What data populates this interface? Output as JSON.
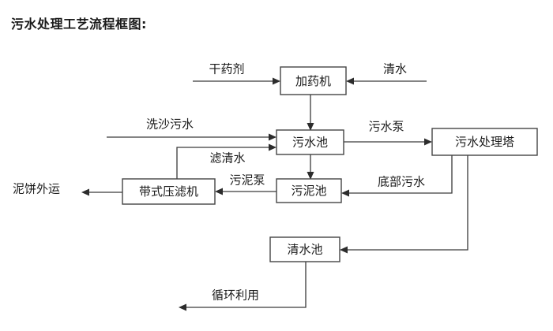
{
  "title": "污水处理工艺流程框图:",
  "diagram": {
    "type": "process-flow-diagram",
    "nodes": [
      {
        "id": "dosing-machine",
        "label": "加药机"
      },
      {
        "id": "wastewater-pool",
        "label": "污水池"
      },
      {
        "id": "wastewater-treatment-tower",
        "label": "污水处理塔"
      },
      {
        "id": "belt-filter-press",
        "label": "带式压滤机"
      },
      {
        "id": "sludge-pool",
        "label": "污泥池"
      },
      {
        "id": "clear-water-pool",
        "label": "清水池"
      }
    ],
    "terminals": [
      {
        "id": "dry-chemical-input",
        "label": "干药剂"
      },
      {
        "id": "clean-water-input",
        "label": "清水"
      },
      {
        "id": "sand-washing-wastewater-input",
        "label": "洗沙污水"
      },
      {
        "id": "mud-cake-output",
        "label": "泥饼外运"
      },
      {
        "id": "recycle-output",
        "label": "循环利用"
      }
    ],
    "edges": [
      {
        "id": "edge-dry-chemical",
        "label": "干药剂",
        "from": "dry-chemical-input",
        "to": "dosing-machine"
      },
      {
        "id": "edge-clean-water",
        "label": "清水",
        "from": "clean-water-input",
        "to": "dosing-machine"
      },
      {
        "id": "edge-dosing-to-pool",
        "label": "",
        "from": "dosing-machine",
        "to": "wastewater-pool"
      },
      {
        "id": "edge-sand-washing",
        "label": "洗沙污水",
        "from": "sand-washing-wastewater-input",
        "to": "wastewater-pool"
      },
      {
        "id": "edge-filtered-water",
        "label": "滤清水",
        "from": "belt-filter-press",
        "to": "wastewater-pool"
      },
      {
        "id": "edge-wastewater-pump",
        "label": "污水泵",
        "from": "wastewater-pool",
        "to": "wastewater-treatment-tower"
      },
      {
        "id": "edge-pool-to-sludge",
        "label": "",
        "from": "wastewater-pool",
        "to": "sludge-pool"
      },
      {
        "id": "edge-sludge-pump",
        "label": "污泥泵",
        "from": "sludge-pool",
        "to": "belt-filter-press"
      },
      {
        "id": "edge-bottom-wastewater",
        "label": "底部污水",
        "from": "wastewater-treatment-tower",
        "to": "sludge-pool"
      },
      {
        "id": "edge-tower-to-clear-water",
        "label": "",
        "from": "wastewater-treatment-tower",
        "to": "clear-water-pool"
      },
      {
        "id": "edge-mud-cake",
        "label": "泥饼外运",
        "from": "belt-filter-press",
        "to": "mud-cake-output"
      },
      {
        "id": "edge-recycle",
        "label": "循环利用",
        "from": "clear-water-pool",
        "to": "recycle-output"
      }
    ]
  },
  "colors": {
    "background": "#ffffff",
    "box_stroke": "#444444",
    "line_stroke": "#3a3a3a",
    "text": "#1a1a1a"
  }
}
